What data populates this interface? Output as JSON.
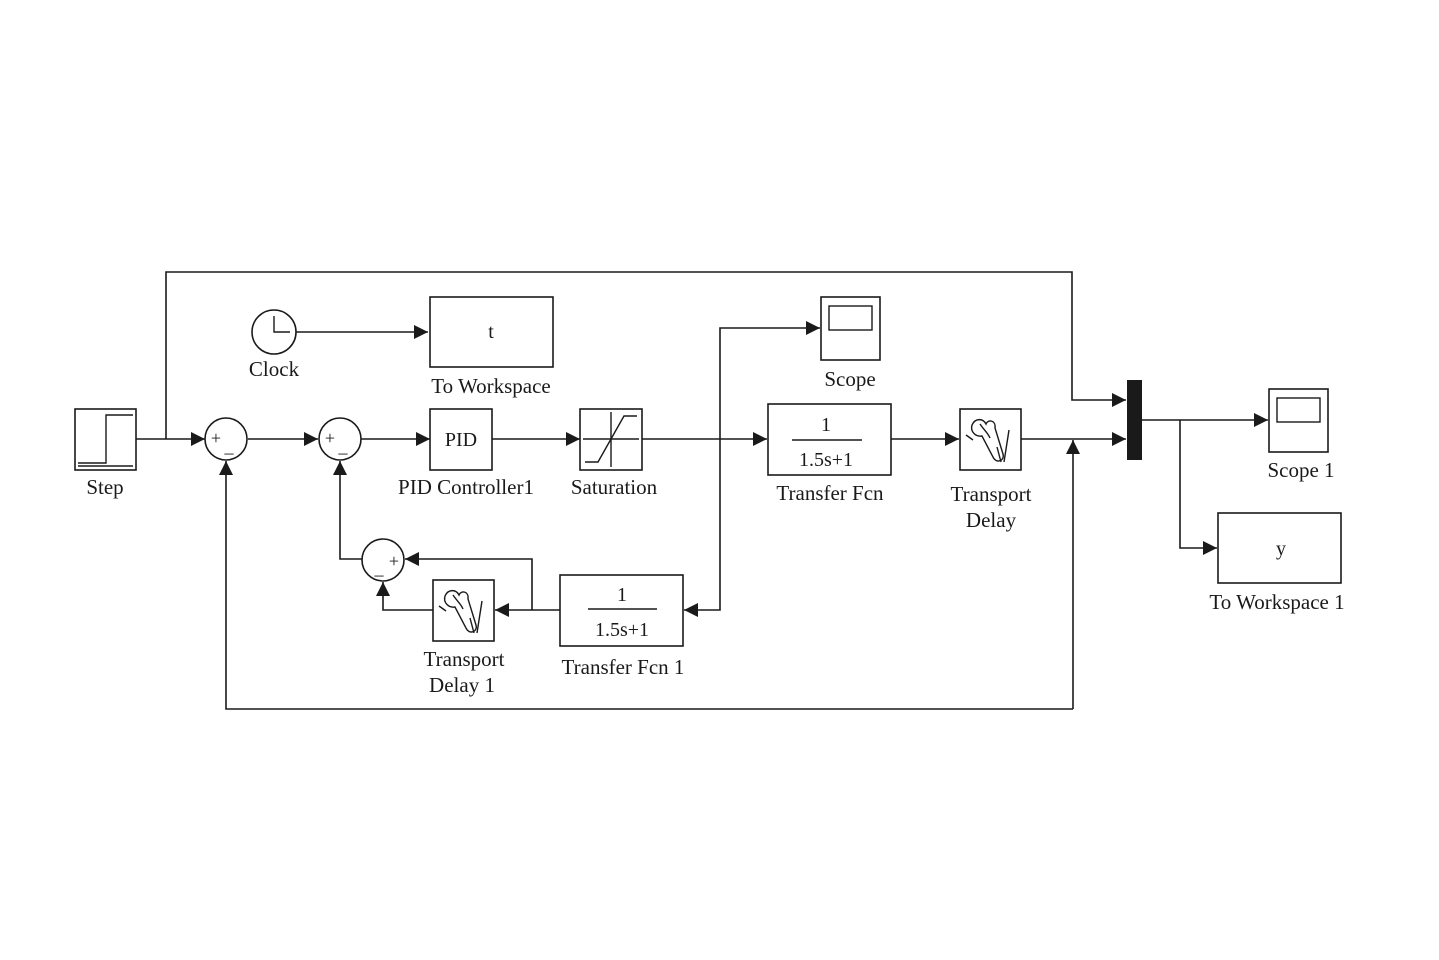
{
  "blocks": {
    "step": {
      "label": "Step"
    },
    "clock": {
      "label": "Clock"
    },
    "to_workspace": {
      "label": "To Workspace",
      "variable": "t"
    },
    "sum1": {
      "sign_top": "+",
      "sign_bottom": "_"
    },
    "sum2": {
      "sign_top": "+",
      "sign_bottom": "_"
    },
    "sum3": {
      "sign_right": "+",
      "sign_bottom": "_"
    },
    "pid": {
      "label": "PID Controller1",
      "text": "PID"
    },
    "saturation": {
      "label": "Saturation"
    },
    "scope": {
      "label": "Scope"
    },
    "transfer_fcn": {
      "label": "Transfer Fcn",
      "numerator": "1",
      "denominator": "1.5s+1"
    },
    "transport_delay": {
      "label_line1": "Transport",
      "label_line2": "Delay"
    },
    "transfer_fcn1": {
      "label": "Transfer Fcn 1",
      "numerator": "1",
      "denominator": "1.5s+1"
    },
    "transport_delay1": {
      "label_line1": "Transport",
      "label_line2": "Delay 1"
    },
    "scope1": {
      "label": "Scope 1"
    },
    "to_workspace1": {
      "label": "To Workspace 1",
      "variable": "y"
    }
  },
  "colors": {
    "ink": "#1a1a1a",
    "background": "#ffffff"
  }
}
